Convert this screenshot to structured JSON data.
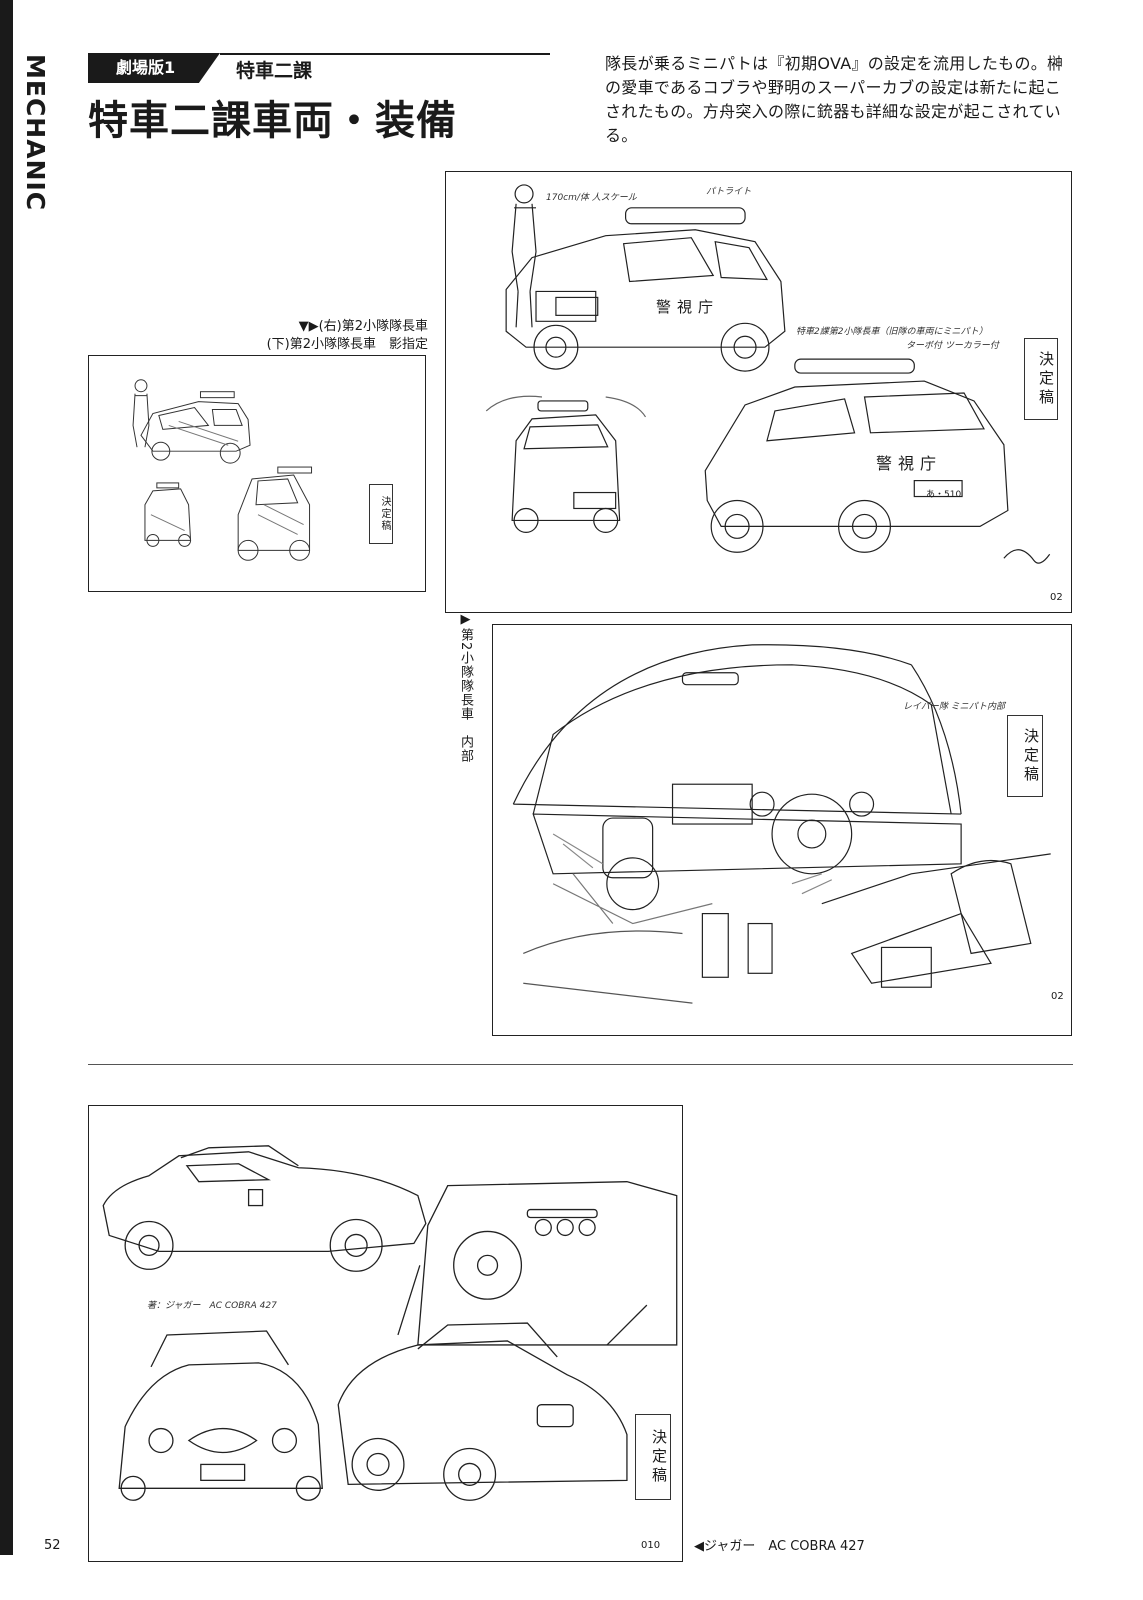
{
  "side_label": "MECHANIC",
  "category_tab": "劇場版1",
  "sub_heading": "特車二課",
  "title": "特車二課車両・装備",
  "intro": "隊長が乗るミニパトは『初期OVA』の設定を流用したもの。榊の愛車であるコブラや野明のスーパーカブの設定は新たに起こされたもの。方舟突入の際に銃器も詳細な設定が起こされている。",
  "captions": {
    "cap_line1": "▼▶(右)第2小隊隊長車",
    "cap_line2": "(下)第2小隊隊長車　影指定",
    "interior": "▶第2小隊隊長車　内部",
    "cobra": "◀ジャガー　AC COBRA 427"
  },
  "sheet_labels": {
    "stamp": "決定稿",
    "police": "警視庁",
    "police_small": "警視庁",
    "plate": "あ・510",
    "number_a": "02",
    "number_b": "02",
    "number_c": "010",
    "interior_note": "レイバー隊 ミニパト内部",
    "cobra_note": "著：ジャガー　AC COBRA 427",
    "height_note": "170cm/体 人スケール",
    "top_note": "パトライト",
    "side_note": "特車2課第2小隊長車（旧隊の車両にミニパト）",
    "turbo_note": "ターボ付 ツーカラー付"
  },
  "page_number": "52"
}
